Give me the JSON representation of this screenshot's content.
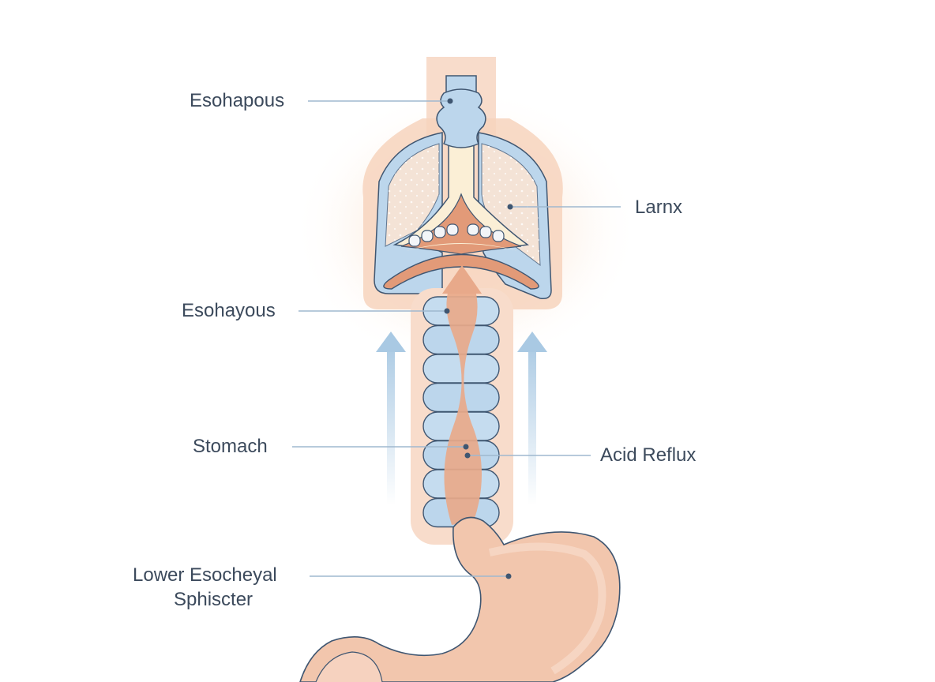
{
  "labels": {
    "esohapous": "Esohapous",
    "larnx": "Larnx",
    "esohayous": "Esohayous",
    "stomach": "Stomach",
    "acid_reflux": "Acid Reflux",
    "lower_sphincter": [
      "Lower Esocheyal",
      "Sphiscter"
    ]
  },
  "colors": {
    "outline": "#3f5671",
    "tissue_blue": "#bcd6ec",
    "tissue_blue_light": "#d5e6f4",
    "flesh": "#f2c6ad",
    "flesh_light": "#f6d2bf",
    "reflux": "#e8a98a",
    "cartilage": "#fbefd6",
    "arrow_blue": "#a9c9e3",
    "leader": "#9fb8cf",
    "text": "#3c4a5c"
  },
  "icons": [
    "upward-arrow-icon",
    "upward-arrow-icon"
  ]
}
